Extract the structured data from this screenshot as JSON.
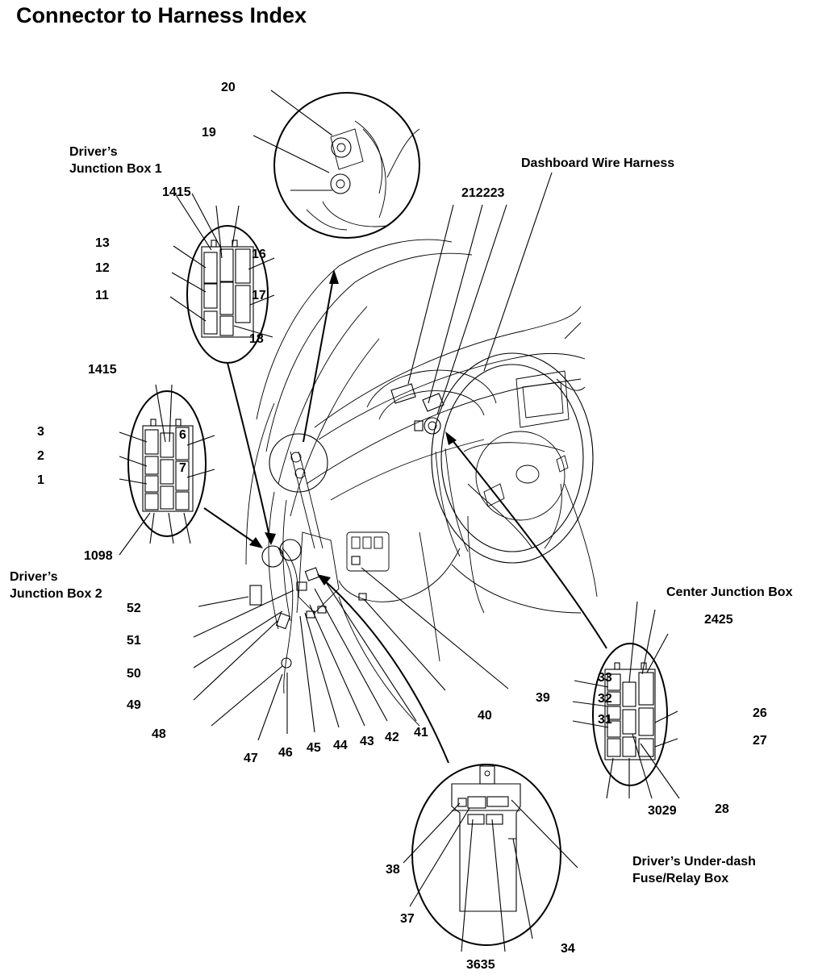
{
  "title": "Connector to Harness Index",
  "groups": {
    "djb1": [
      "Driver’s",
      "Junction Box 1"
    ],
    "djb2": [
      "Driver’s",
      "Junction Box 2"
    ],
    "dash": "Dashboard Wire Harness",
    "cjb": "Center Junction Box",
    "fuse": [
      "Driver’s Under-dash",
      "Fuse/Relay Box"
    ]
  },
  "labels": {
    "n1": "1",
    "n2": "2",
    "n3": "3",
    "n1098": "1098",
    "n11": "11",
    "n12": "12",
    "n13": "13",
    "n1415a": "1415",
    "n1415b": "1415",
    "n16": "16",
    "n17": "17",
    "n18": "18",
    "n19": "19",
    "n20": "20",
    "n212223": "212223",
    "n2425": "2425",
    "n26": "26",
    "n27": "27",
    "n28": "28",
    "n3029": "3029",
    "n31": "31",
    "n32": "32",
    "n33": "33",
    "n34": "34",
    "n3635": "3635",
    "n37": "37",
    "n38": "38",
    "n39": "39",
    "n40": "40",
    "n41": "41",
    "n42": "42",
    "n43": "43",
    "n44": "44",
    "n45": "45",
    "n46": "46",
    "n47": "47",
    "n48": "48",
    "n49": "49",
    "n50": "50",
    "n51": "51",
    "n52": "52",
    "n6": "6",
    "n7": "7"
  }
}
